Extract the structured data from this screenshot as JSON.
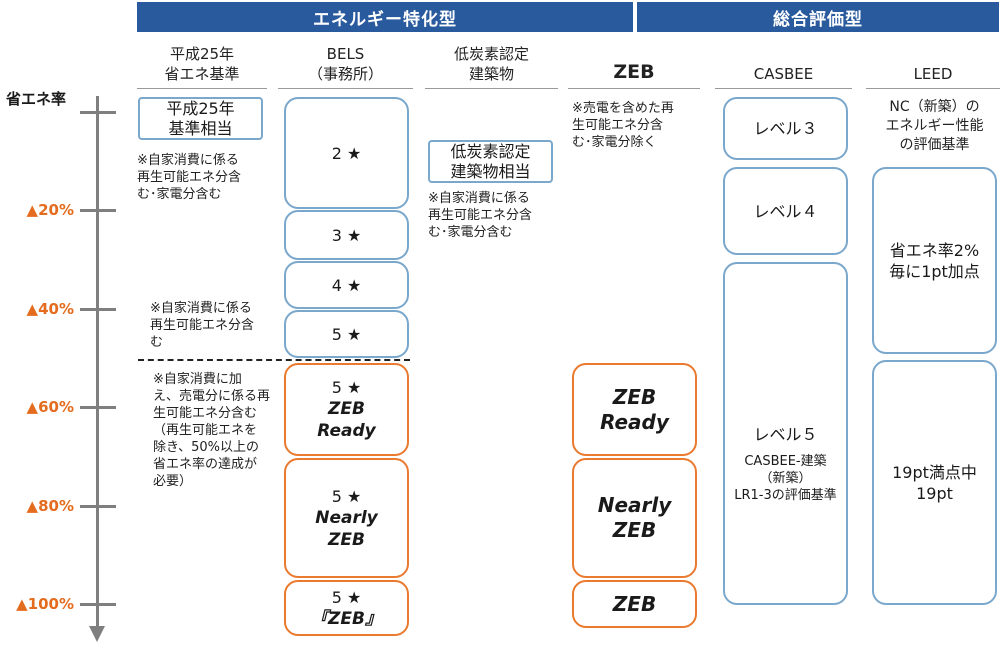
{
  "headers": {
    "energy_specific": "エネルギー特化型",
    "comprehensive": "総合評価型"
  },
  "columns": {
    "h25": "平成25年\n省エネ基準",
    "bels": "BELS\n（事務所）",
    "low_carbon": "低炭素認定\n建築物",
    "zeb": "ZEB",
    "casbee": "CASBEE",
    "leed": "LEED"
  },
  "axis": {
    "title": "省エネ率",
    "ticks": [
      "▲20%",
      "▲40%",
      "▲60%",
      "▲80%",
      "▲100%"
    ]
  },
  "h25": {
    "box": "平成25年\n基準相当",
    "note": "※自家消費に係る\n再生可能エネ分含\nむ･家電分含む"
  },
  "bels": {
    "star2": "2 ★",
    "star3": "3 ★",
    "star4": "4 ★",
    "star5": "5 ★",
    "ready_star": "5 ★",
    "ready_label": "ZEB\nReady",
    "nearly_star": "5 ★",
    "nearly_label": "Nearly\nZEB",
    "zeb_star": "5 ★",
    "zeb_label": "『ZEB』",
    "note_upper": "※自家消費に係る\n再生可能エネ分含\nむ",
    "note_lower": "※自家消費に加\nえ、売電分に係る再\n生可能エネ分含む\n（再生可能エネを\n除き、50%以上の\n省エネ率の達成が\n必要）"
  },
  "low_carbon": {
    "box": "低炭素認定\n建築物相当",
    "note": "※自家消費に係る\n再生可能エネ分含\nむ･家電分含む"
  },
  "zeb": {
    "note": "※売電を含めた再\n生可能エネ分含\nむ･家電分除く",
    "ready": "ZEB\nReady",
    "nearly": "Nearly\nZEB",
    "zeb": "ZEB"
  },
  "casbee": {
    "level3": "レベル３",
    "level4": "レベル４",
    "level5": "レベル５",
    "level5_note": "CASBEE-建築\n（新築）\nLR1-3の評価基準"
  },
  "leed": {
    "note": "NC（新築）の\nエネルギー性能\nの評価基準",
    "box1": "省エネ率2%\n毎に1pt加点",
    "box2": "19pt満点中\n19pt"
  },
  "colors": {
    "header_bg": "#2a5a9e",
    "blue_border": "#7aa7cc",
    "orange_border": "#e97a2f",
    "axis_label": "#e46c1e",
    "axis_line": "#7f7f7f"
  }
}
